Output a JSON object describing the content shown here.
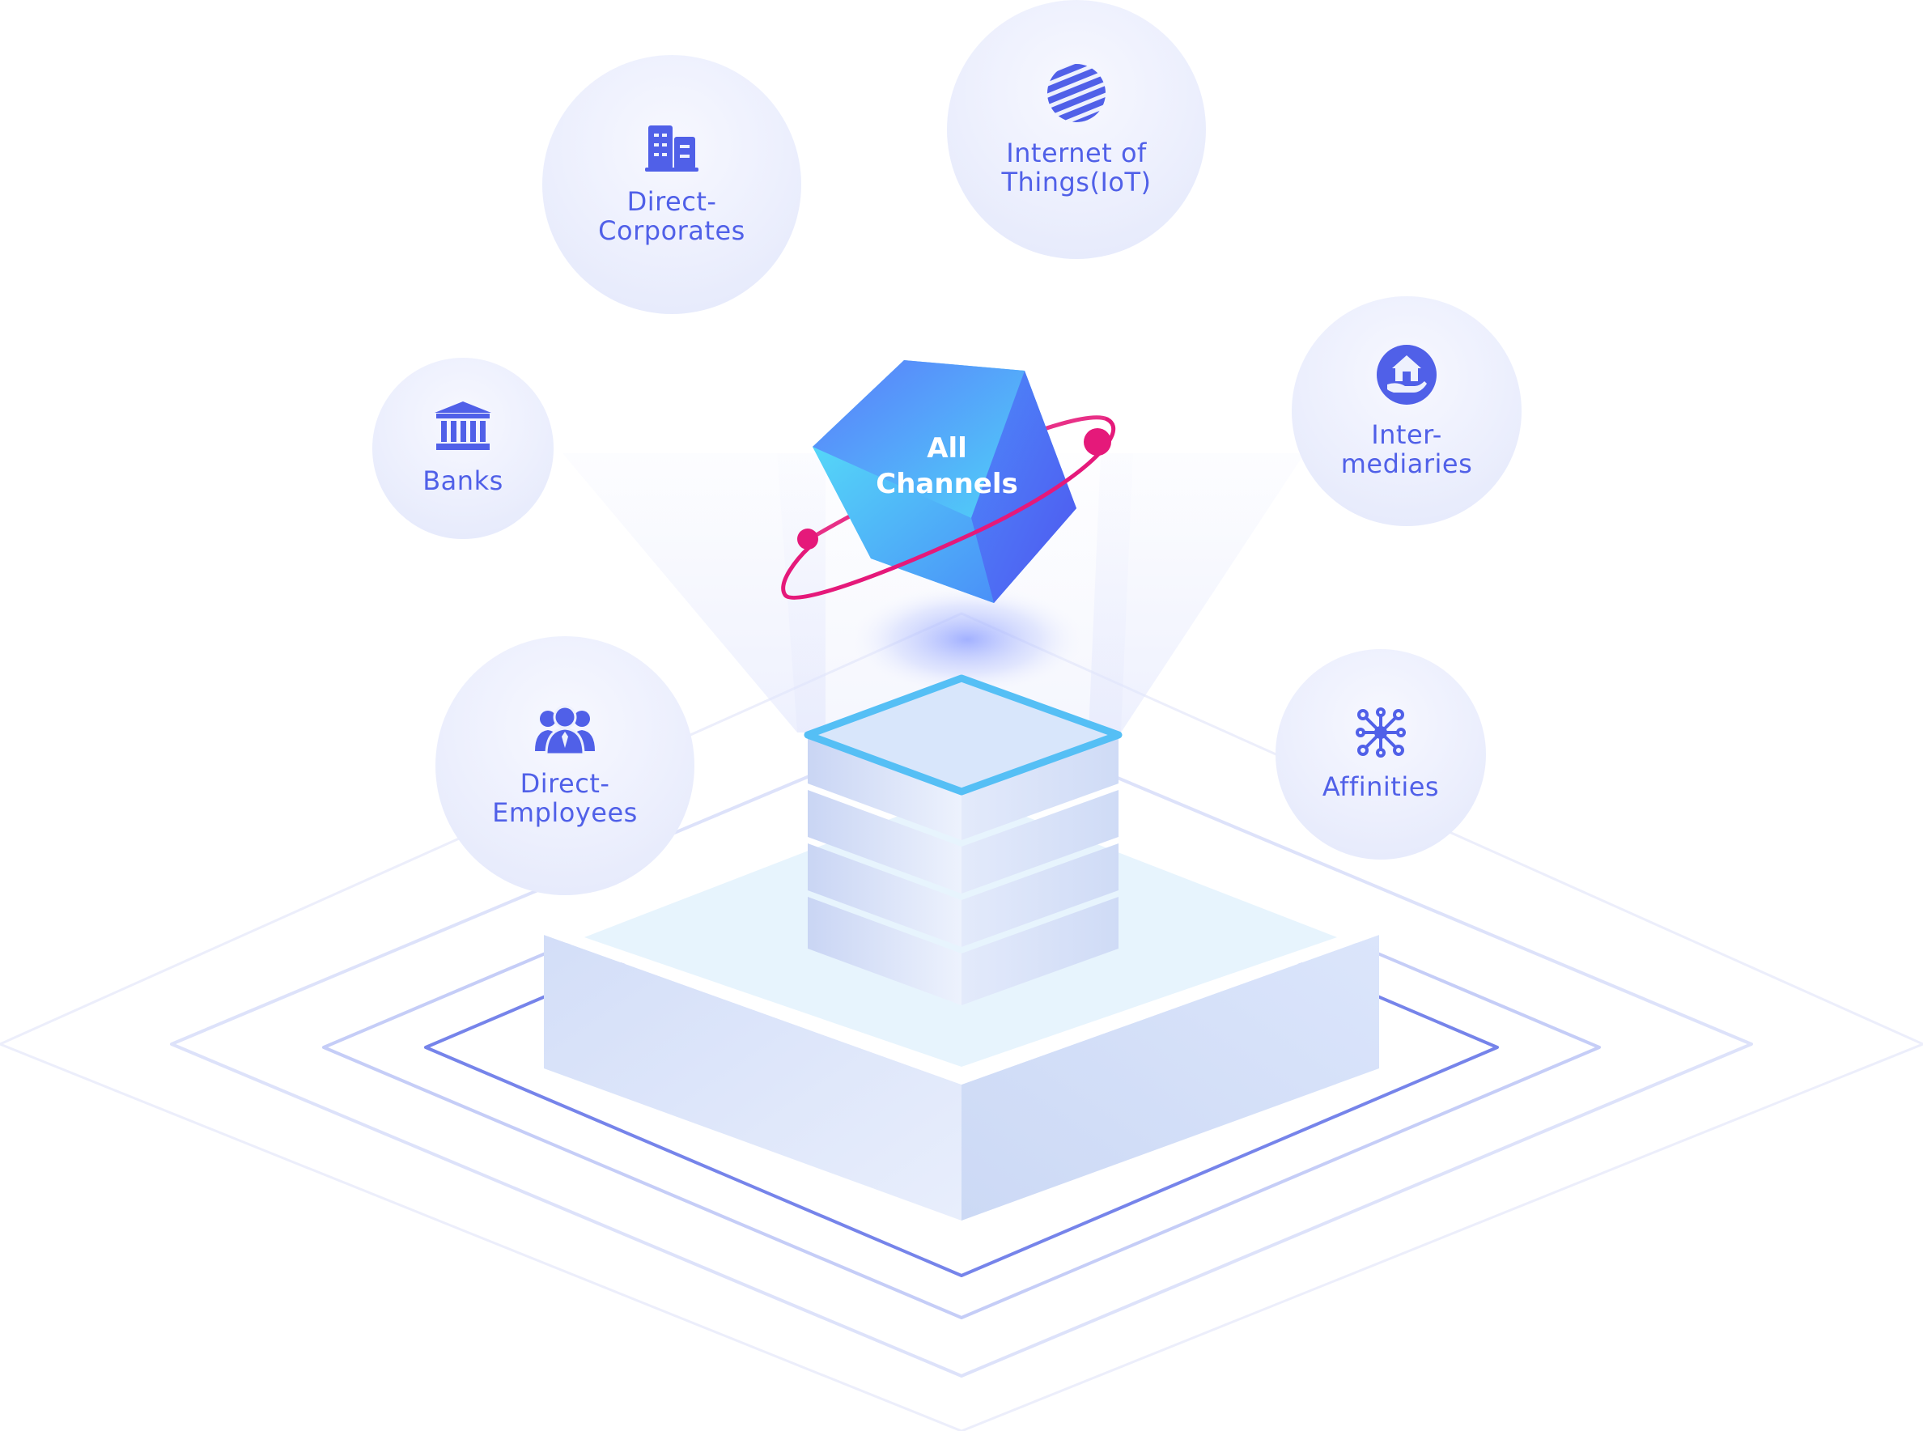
{
  "center": {
    "line1": "All",
    "line2": "Channels"
  },
  "nodes": {
    "direct_corporates": {
      "line1": "Direct-",
      "line2": "Corporates",
      "icon": "buildings-icon"
    },
    "iot": {
      "line1": "Internet of",
      "line2": "Things(IoT)",
      "icon": "globe-icon"
    },
    "banks": {
      "line1": "Banks",
      "icon": "bank-icon"
    },
    "intermediaries": {
      "line1": "Inter-",
      "line2": "mediaries",
      "icon": "house-hand-icon"
    },
    "direct_employees": {
      "line1": "Direct-",
      "line2": "Employees",
      "icon": "people-icon"
    },
    "affinities": {
      "line1": "Affinities",
      "icon": "network-icon"
    }
  },
  "colors": {
    "accent": "#5060e8",
    "cube_cyan": "#4fd8f8",
    "cube_blue": "#4f6bfa",
    "orbit": "#e5197a",
    "platform": "#d7e1f8",
    "stack_outline": "#55bff5"
  }
}
